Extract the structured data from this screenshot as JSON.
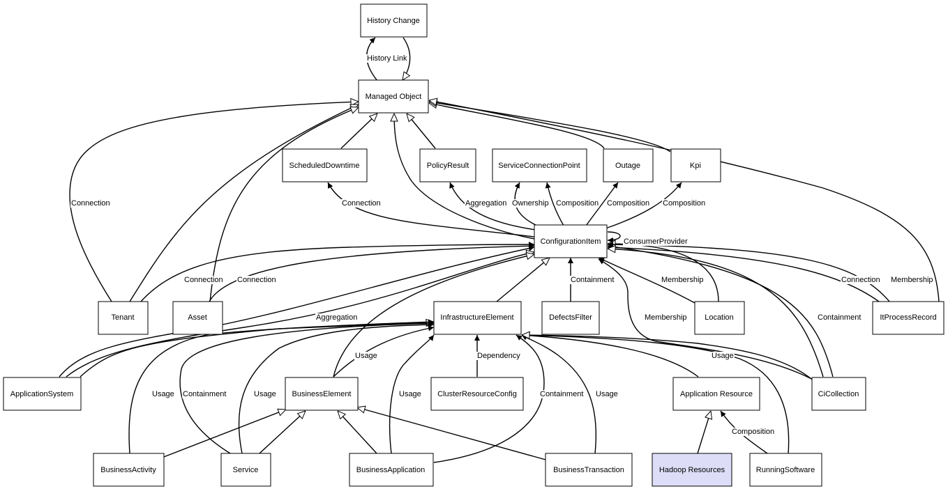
{
  "nodes": {
    "history_change": "History Change",
    "managed_object": "Managed Object",
    "scheduled_downtime": "ScheduledDowntime",
    "policy_result": "PolicyResult",
    "service_connection_point": "ServiceConnectionPoint",
    "outage": "Outage",
    "kpi": "Kpi",
    "configuration_item": "ConfigurationItem",
    "tenant": "Tenant",
    "asset": "Asset",
    "infrastructure_element": "InfrastructureElement",
    "defects_filter": "DefectsFilter",
    "location": "Location",
    "it_process_record": "ItProcessRecord",
    "application_system": "ApplicationSystem",
    "business_element": "BusinessElement",
    "cluster_resource_config": "ClusterResourceConfig",
    "application_resource": "Application Resource",
    "ci_collection": "CiCollection",
    "business_activity": "BusinessActivity",
    "service": "Service",
    "business_application": "BusinessApplication",
    "business_transaction": "BusinessTransaction",
    "hadoop_resources": "Hadoop Resources",
    "running_software": "RunningSoftware"
  },
  "edge_labels": {
    "history_link": "History Link",
    "tenant_mo_connection": "Connection",
    "ci_sd_connection": "Connection",
    "ci_pr_aggregation": "Aggregation",
    "ci_scp_ownership": "Ownership",
    "ci_scp_composition": "Composition",
    "ci_outage_composition": "Composition",
    "ci_kpi_composition": "Composition",
    "ci_consumer_provider": "ConsumerProvider",
    "tenant_ci_connection": "Connection",
    "asset_ci_connection": "Connection",
    "defects_containment": "Containment",
    "location_membership": "Membership",
    "itpr_connection": "Connection",
    "itpr_membership": "Membership",
    "appsys_aggregation": "Aggregation",
    "cicoll_membership": "Membership",
    "cicoll_containment": "Containment",
    "be_usage": "Usage",
    "cluster_dependency": "Dependency",
    "ie_usage_right": "Usage",
    "ba_usage": "Usage",
    "svc_containment": "Containment",
    "svc_usage": "Usage",
    "bapp_usage": "Usage",
    "bapp_containment": "Containment",
    "bt_usage": "Usage",
    "rs_composition": "Composition"
  },
  "colors": {
    "line": "#000000",
    "node_fill": "#ffffff",
    "highlight_fill": "#ddddf7"
  }
}
